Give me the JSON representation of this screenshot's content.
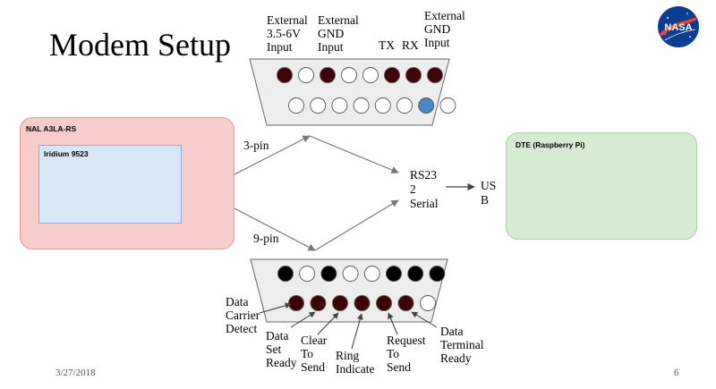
{
  "title": "Modem Setup",
  "colors": {
    "dark_pin": "#3d0409",
    "black_pin": "#000000",
    "blue_pin": "#4a86c8",
    "pink_box": "#f8cccb",
    "blue_box": "#d9e6f8",
    "green_box": "#d7ead3"
  },
  "top_connector": {
    "labels": {
      "external_power": "External\n3.5-6V\nInput",
      "external_gnd_1": "External\nGND\nInput",
      "tx": "TX",
      "rx": "RX",
      "external_gnd_2": "External\nGND\nInput"
    },
    "row1_pins": [
      "dark",
      "white",
      "dark",
      "white",
      "white",
      "dark",
      "dark",
      "dark"
    ],
    "row2_pins": [
      "white",
      "white",
      "white",
      "white",
      "white",
      "white",
      "blue",
      "white"
    ]
  },
  "bottom_connector": {
    "row1_pins": [
      "black",
      "white",
      "black",
      "white",
      "white",
      "black",
      "black",
      "black"
    ],
    "row2_pins": [
      "dark",
      "dark",
      "dark",
      "dark",
      "dark",
      "dark",
      "white"
    ],
    "labels": {
      "dcd": "Data\nCarrier\nDetect",
      "dsr": "Data\nSet\nReady",
      "cts": "Clear\nTo\nSend",
      "ri": "Ring\nIndicate",
      "rts": "Request\nTo\nSend",
      "dtr": "Data\nTerminal\nReady"
    }
  },
  "boxes": {
    "nal": "NAL A3LA-RS",
    "iridium": "Iridium 9523",
    "dte": "DTE (Raspberry Pi)"
  },
  "edges": {
    "three_pin": "3-pin",
    "nine_pin": "9-pin",
    "rs232": "RS23\n2\nSerial",
    "usb": "US\nB"
  },
  "logo_text": "NASA",
  "footer": {
    "date": "3/27/2018",
    "page": "6"
  }
}
